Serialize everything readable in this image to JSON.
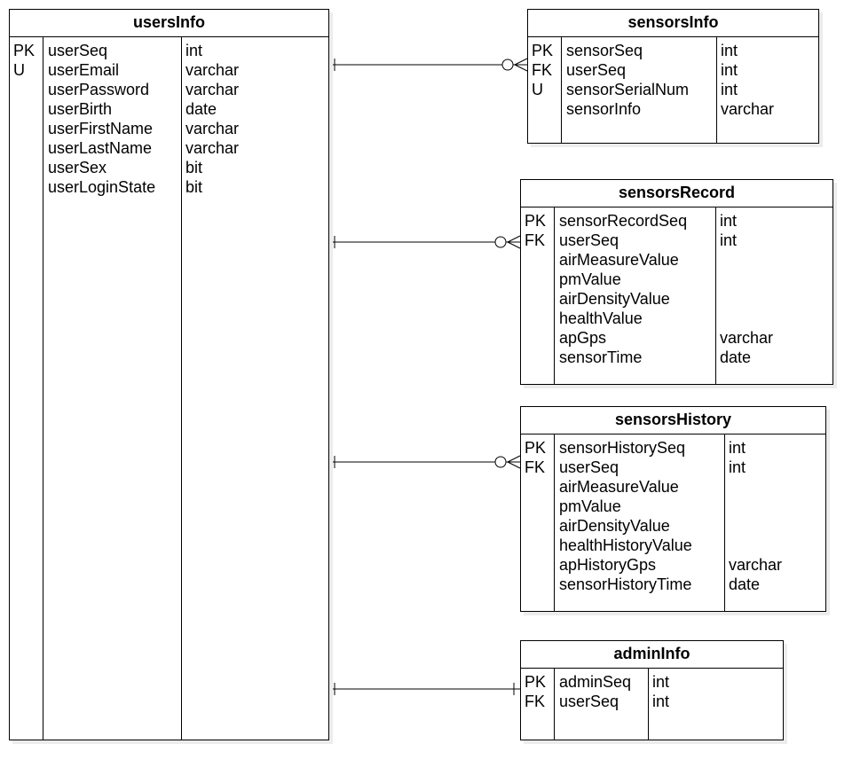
{
  "tables": {
    "usersInfo": {
      "title": "usersInfo",
      "rows": [
        {
          "key": "PK",
          "name": "userSeq",
          "type": "int"
        },
        {
          "key": "U",
          "name": "userEmail",
          "type": "varchar"
        },
        {
          "key": "",
          "name": "userPassword",
          "type": "varchar"
        },
        {
          "key": "",
          "name": "userBirth",
          "type": "date"
        },
        {
          "key": "",
          "name": "userFirstName",
          "type": "varchar"
        },
        {
          "key": "",
          "name": "userLastName",
          "type": "varchar"
        },
        {
          "key": "",
          "name": "userSex",
          "type": "bit"
        },
        {
          "key": "",
          "name": "userLoginState",
          "type": "bit"
        }
      ]
    },
    "sensorsInfo": {
      "title": "sensorsInfo",
      "rows": [
        {
          "key": "PK",
          "name": "sensorSeq",
          "type": "int"
        },
        {
          "key": "FK",
          "name": "userSeq",
          "type": "int"
        },
        {
          "key": "U",
          "name": "sensorSerialNum",
          "type": "int"
        },
        {
          "key": "",
          "name": "sensorInfo",
          "type": "varchar"
        }
      ]
    },
    "sensorsRecord": {
      "title": "sensorsRecord",
      "rows": [
        {
          "key": "PK",
          "name": "sensorRecordSeq",
          "type": "int"
        },
        {
          "key": "FK",
          "name": "userSeq",
          "type": "int"
        },
        {
          "key": "",
          "name": "airMeasureValue",
          "type": ""
        },
        {
          "key": "",
          "name": "pmValue",
          "type": ""
        },
        {
          "key": "",
          "name": "airDensityValue",
          "type": ""
        },
        {
          "key": "",
          "name": "healthValue",
          "type": ""
        },
        {
          "key": "",
          "name": "apGps",
          "type": "varchar"
        },
        {
          "key": "",
          "name": "sensorTime",
          "type": "date"
        }
      ]
    },
    "sensorsHistory": {
      "title": "sensorsHistory",
      "rows": [
        {
          "key": "PK",
          "name": "sensorHistorySeq",
          "type": "int"
        },
        {
          "key": "FK",
          "name": "userSeq",
          "type": "int"
        },
        {
          "key": "",
          "name": "airMeasureValue",
          "type": ""
        },
        {
          "key": "",
          "name": "pmValue",
          "type": ""
        },
        {
          "key": "",
          "name": "airDensityValue",
          "type": ""
        },
        {
          "key": "",
          "name": "healthHistoryValue",
          "type": ""
        },
        {
          "key": "",
          "name": "apHistoryGps",
          "type": "varchar"
        },
        {
          "key": "",
          "name": "sensorHistoryTime",
          "type": "date"
        }
      ]
    },
    "adminInfo": {
      "title": "adminInfo",
      "rows": [
        {
          "key": "PK",
          "name": "adminSeq",
          "type": "int"
        },
        {
          "key": "FK",
          "name": "userSeq",
          "type": "int"
        }
      ]
    }
  },
  "relations": [
    {
      "from": "usersInfo",
      "to": "sensorsInfo",
      "from_end": "one",
      "to_end": "zero-or-many"
    },
    {
      "from": "usersInfo",
      "to": "sensorsRecord",
      "from_end": "one",
      "to_end": "zero-or-many"
    },
    {
      "from": "usersInfo",
      "to": "sensorsHistory",
      "from_end": "one",
      "to_end": "zero-or-many"
    },
    {
      "from": "usersInfo",
      "to": "adminInfo",
      "from_end": "one",
      "to_end": "one"
    }
  ]
}
